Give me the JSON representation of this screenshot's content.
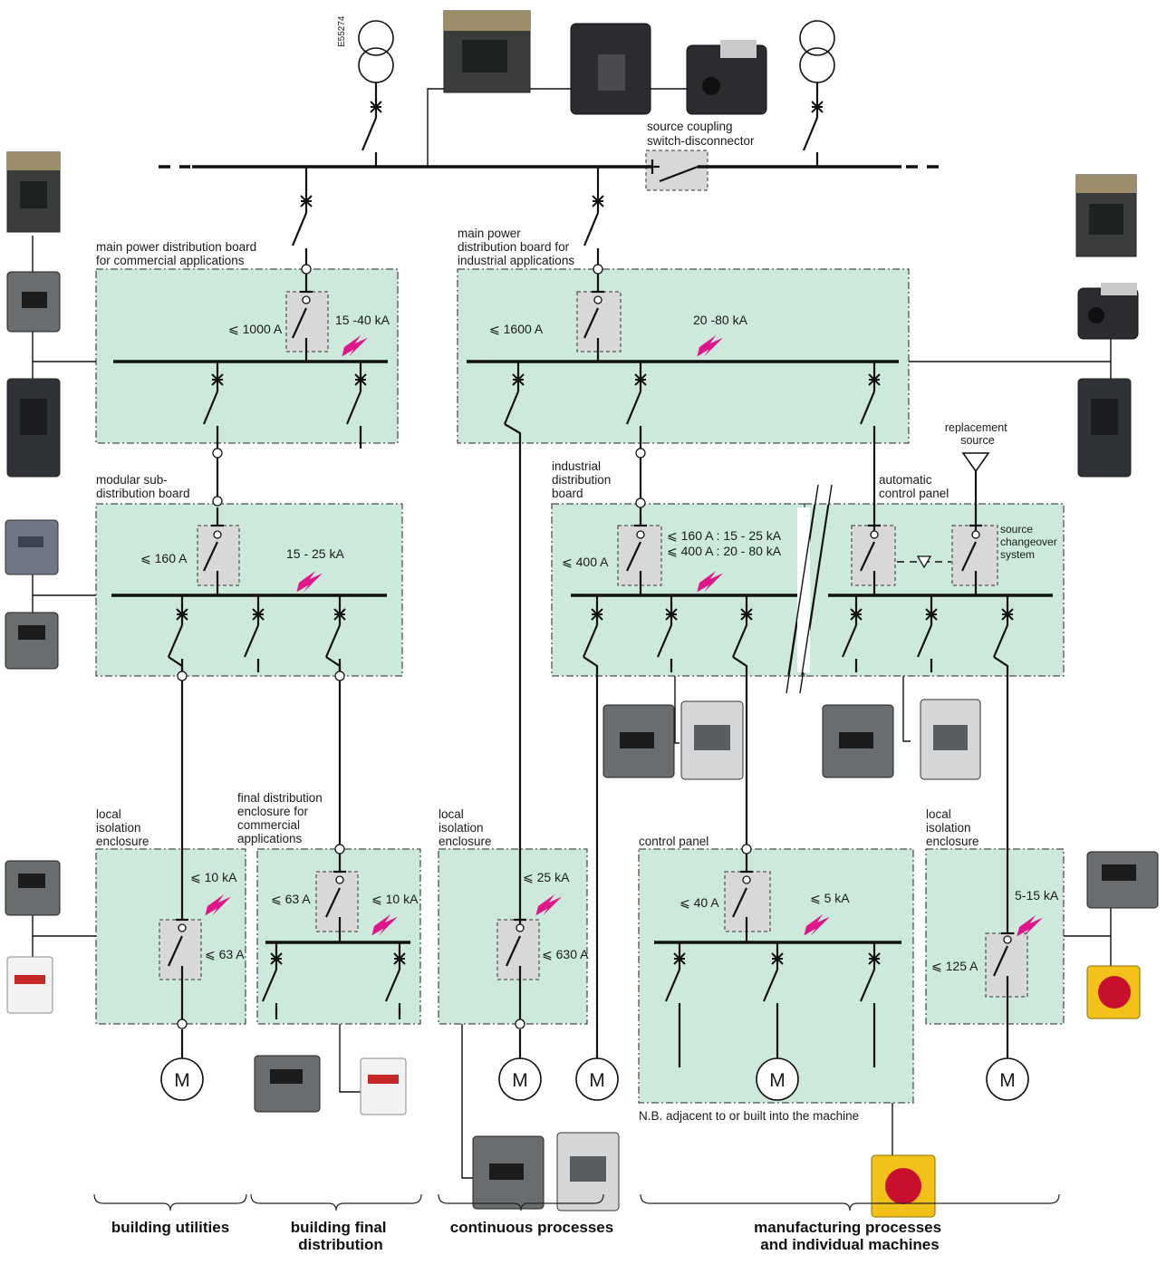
{
  "doc_code": "E55274",
  "labels": {
    "source_coupling": [
      "source coupling",
      "switch-disconnector"
    ],
    "main_commercial": [
      "main power distribution board",
      "for commercial applications"
    ],
    "main_industrial": [
      "main power",
      "distribution board for",
      "industrial applications"
    ],
    "modular": [
      "modular sub-",
      "distribution board"
    ],
    "industrial_db": [
      "industrial",
      "distribution",
      "board"
    ],
    "replacement": [
      "replacement",
      "source"
    ],
    "automatic": [
      "automatic",
      "control panel"
    ],
    "source_changeover": [
      "source",
      "changeover",
      "system"
    ],
    "local_iso_1": [
      "local",
      "isolation",
      "enclosure"
    ],
    "final_dist": [
      "final distribution",
      "enclosure for",
      "commercial",
      "applications"
    ],
    "local_iso_2": [
      "local",
      "isolation",
      "enclosure"
    ],
    "control_panel": [
      "control panel"
    ],
    "local_iso_3": [
      "local",
      "isolation",
      "enclosure"
    ],
    "nb_note": "N.B. adjacent to or built into the machine"
  },
  "ratings": {
    "main_com_current": "⩽ 1000 A",
    "main_com_fault": "15 -40 kA",
    "main_ind_current": "⩽ 1600 A",
    "main_ind_fault": "20 -80 kA",
    "modular_current": "⩽ 160 A",
    "modular_fault": "15 - 25 kA",
    "ind_current": "⩽ 400 A",
    "ind_fault_1": "⩽ 160 A : 15 - 25 kA",
    "ind_fault_2": "⩽ 400 A : 20 - 80 kA",
    "li1_fault": "⩽ 10 kA",
    "li1_current": "⩽ 63 A",
    "fd_current": "⩽ 63 A",
    "fd_fault": "⩽ 10 kA",
    "li2_fault": "⩽ 25 kA",
    "li2_current": "⩽ 630 A",
    "cp_current": "⩽ 40 A",
    "cp_fault": "⩽ 5 kA",
    "li3_fault": "5-15 kA",
    "li3_current": "⩽ 125 A"
  },
  "motor_label": "M",
  "categories": {
    "building_utilities": [
      "building utilities"
    ],
    "building_final": [
      "building final",
      "distribution"
    ],
    "continuous": [
      "continuous processes"
    ],
    "manufacturing": [
      "manufacturing processes",
      "and individual machines"
    ]
  },
  "colors": {
    "board_fill": "#cce9db",
    "box_fill": "#d8d8d8",
    "fault_arrow": "#e0158a",
    "line": "#111111"
  }
}
